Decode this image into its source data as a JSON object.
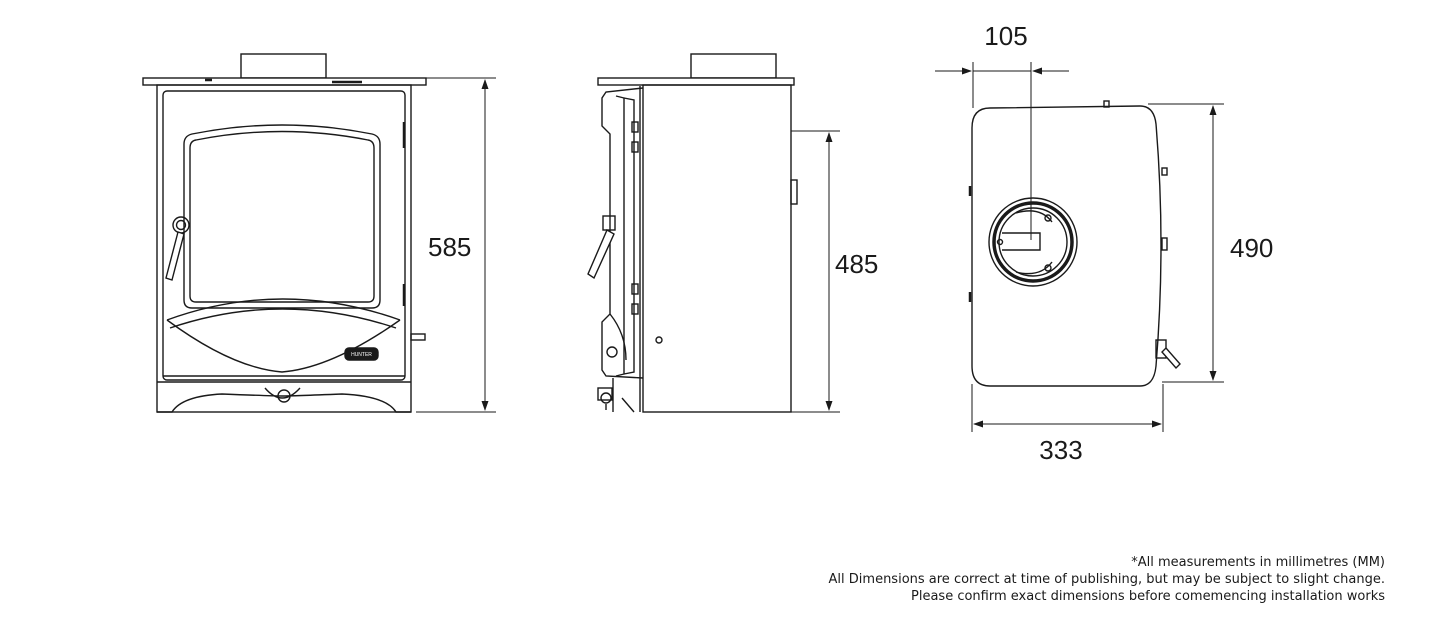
{
  "views": {
    "front": {
      "height_label": "585",
      "badge_text": "HUNTER"
    },
    "side": {
      "height_label": "485"
    },
    "top": {
      "flue_label": "105",
      "depth_label": "490",
      "width_label": "333"
    }
  },
  "notes": {
    "line1": "*All measurements in millimetres (MM)",
    "line2": "All Dimensions are correct at time of publishing, but may be subject to slight change.",
    "line3": "Please confirm exact dimensions before comemencing installation works"
  },
  "colors": {
    "line": "#1a1a1a"
  }
}
